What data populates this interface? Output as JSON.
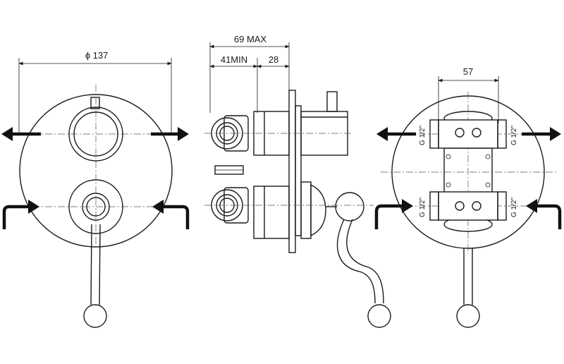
{
  "dimensions": {
    "diameter": "ϕ 137",
    "max_depth": "69 MAX",
    "min_depth": "41MIN",
    "depth_28": "28",
    "width_57": "57"
  },
  "thread_labels": {
    "top_left": "G 1/2\"",
    "top_right": "G 1/2\"",
    "bottom_left": "G 1/2\"",
    "bottom_right": "G 1/2\""
  }
}
